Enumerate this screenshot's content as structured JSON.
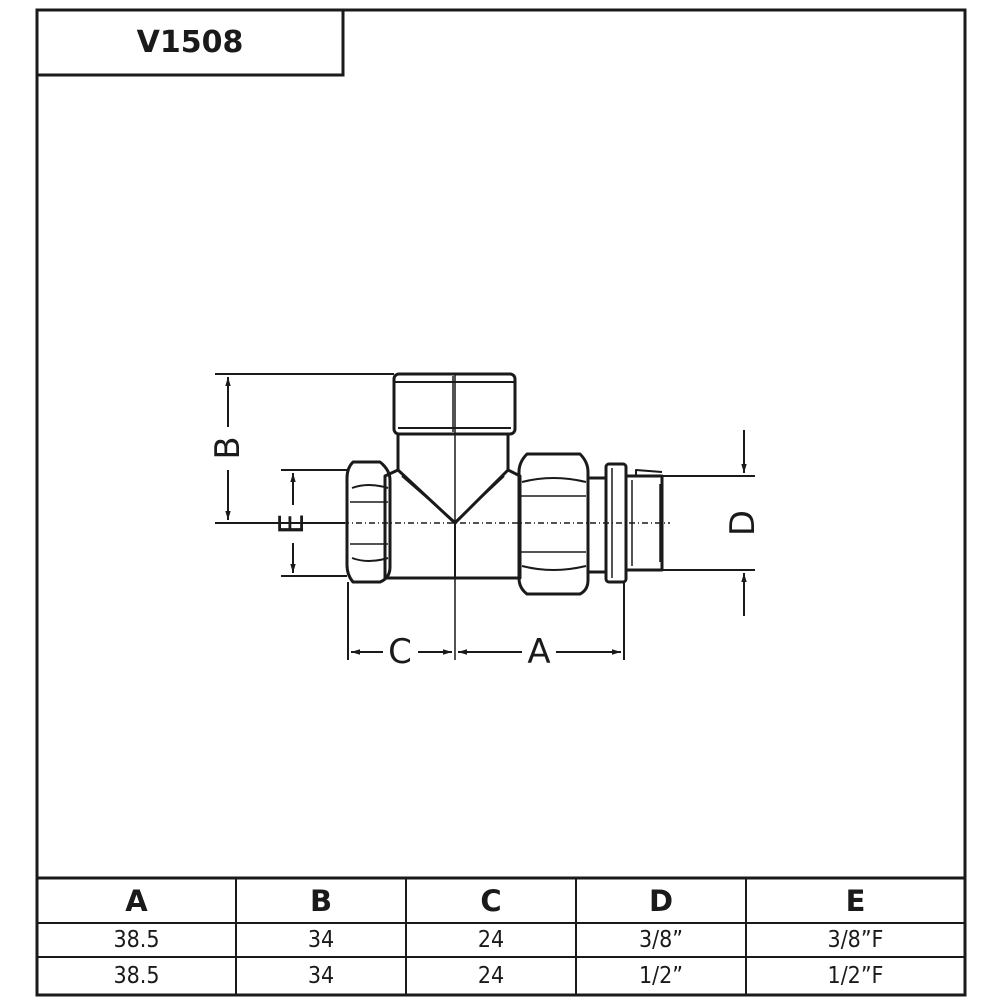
{
  "title": "V1508",
  "dimension_labels": {
    "a": "A",
    "b": "B",
    "c": "C",
    "d": "D",
    "e": "E"
  },
  "table": {
    "headers": [
      "A",
      "B",
      "C",
      "D",
      "E"
    ],
    "rows": [
      [
        "38.5",
        "34",
        "24",
        "3/8”",
        "3/8”F"
      ],
      [
        "38.5",
        "34",
        "24",
        "1/2”",
        "1/2”F"
      ]
    ]
  }
}
